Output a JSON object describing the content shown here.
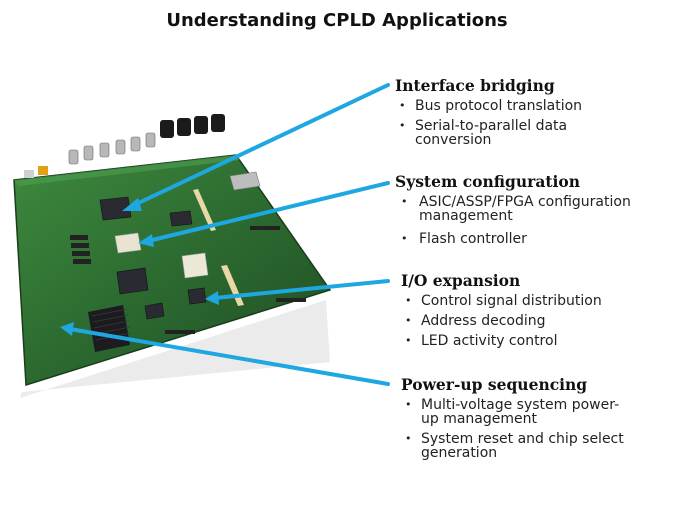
{
  "title": "Understanding CPLD Applications",
  "image": {
    "description": "Green printed circuit board with chips, connectors and heat sink",
    "arrow_color": "#1ea7e1"
  },
  "sections": [
    {
      "heading": "Interface bridging",
      "bullets": [
        "Bus protocol translation",
        "Serial-to-parallel data conversion"
      ]
    },
    {
      "heading": "System configuration",
      "bullets": [
        "ASIC/ASSP/FPGA configuration management",
        "Flash controller"
      ]
    },
    {
      "heading": "I/O expansion",
      "bullets": [
        "Control signal distribution",
        "Address decoding",
        "LED activity control"
      ]
    },
    {
      "heading": "Power-up sequencing",
      "bullets": [
        "Multi-voltage system power-up management",
        "System reset and chip select generation"
      ]
    }
  ]
}
